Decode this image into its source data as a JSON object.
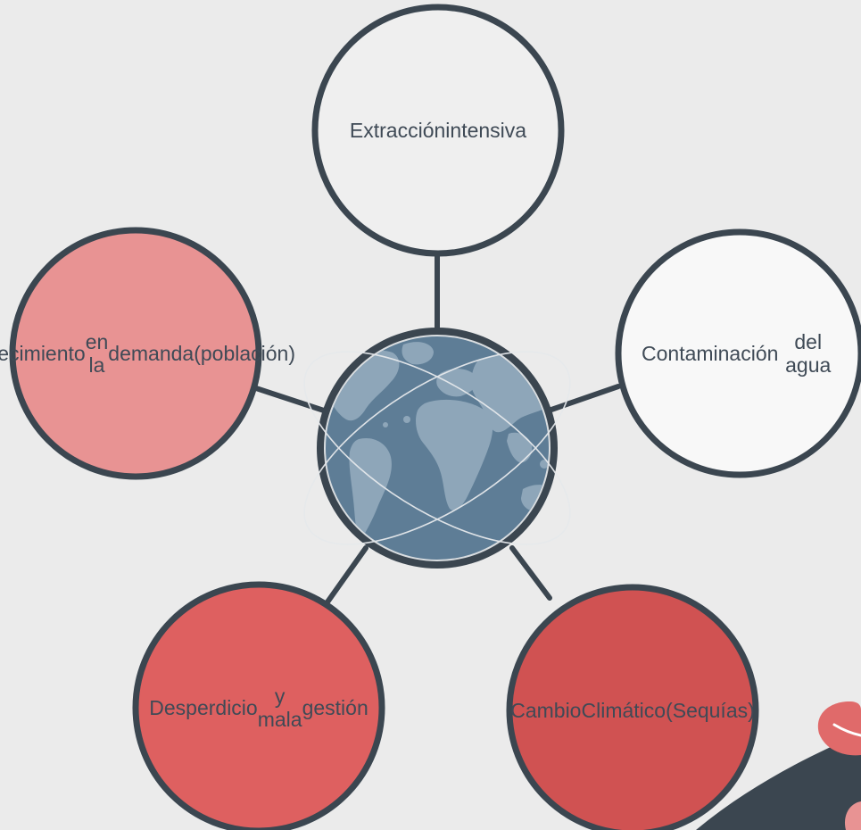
{
  "diagram": {
    "center": {
      "name": "globe",
      "ocean_color": "#5e7d96",
      "land_color": "#8ea6b9",
      "border_color": "#3b4650"
    },
    "nodes": [
      {
        "id": "extraccion",
        "lines": [
          "Extracción",
          "intensiva"
        ],
        "fill": "#efefef"
      },
      {
        "id": "contaminacion",
        "lines": [
          "Contaminación",
          "del agua"
        ],
        "fill": "#f8f8f8"
      },
      {
        "id": "cambio",
        "lines": [
          "Cambio",
          "Climático",
          "(Sequías)"
        ],
        "fill": "#d05252"
      },
      {
        "id": "desperdicio",
        "lines": [
          "Desperdicio",
          "y mala",
          "gestión"
        ],
        "fill": "#de6060"
      },
      {
        "id": "crecimiento",
        "lines": [
          "Crecimiento",
          "en la",
          "demanda",
          "(población)"
        ],
        "fill": "#e89393"
      }
    ],
    "stroke_color": "#3b4650",
    "background": "#ebebeb",
    "decoration": {
      "dark_shape": "#3b4650",
      "pink_shape": "#e06a6a"
    }
  }
}
